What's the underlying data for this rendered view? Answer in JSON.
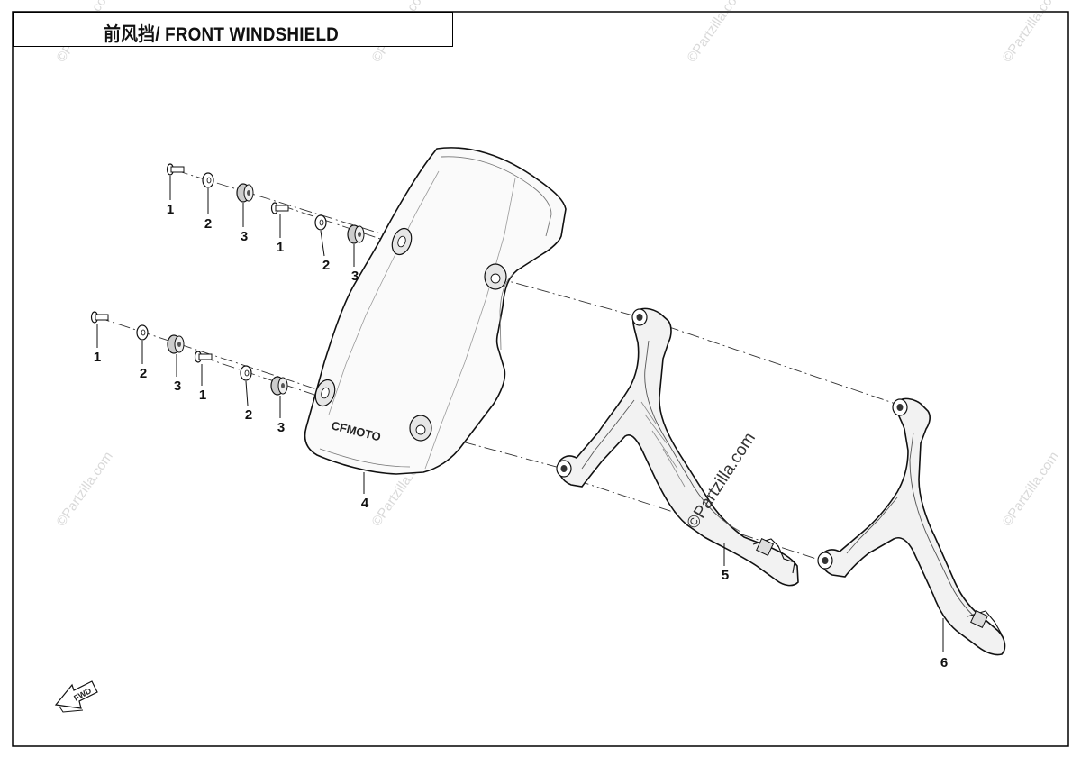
{
  "diagram": {
    "title": "前风挡/ FRONT WINDSHIELD",
    "callouts": {
      "bolt_a": "1",
      "washer_a": "2",
      "grommet_a": "3",
      "bolt_b": "1",
      "washer_b": "2",
      "grommet_b": "3",
      "bolt_c": "1",
      "washer_c": "2",
      "grommet_c": "3",
      "bolt_d": "1",
      "washer_d": "2",
      "grommet_d": "3",
      "windshield": "4",
      "left_bracket": "5",
      "right_bracket": "6"
    },
    "windshield_logo": "CFMOTO",
    "fwd_arrow_label": "FWD",
    "watermarks": {
      "small": "©Partzilla.com",
      "center": "©Partzilla.com"
    }
  }
}
